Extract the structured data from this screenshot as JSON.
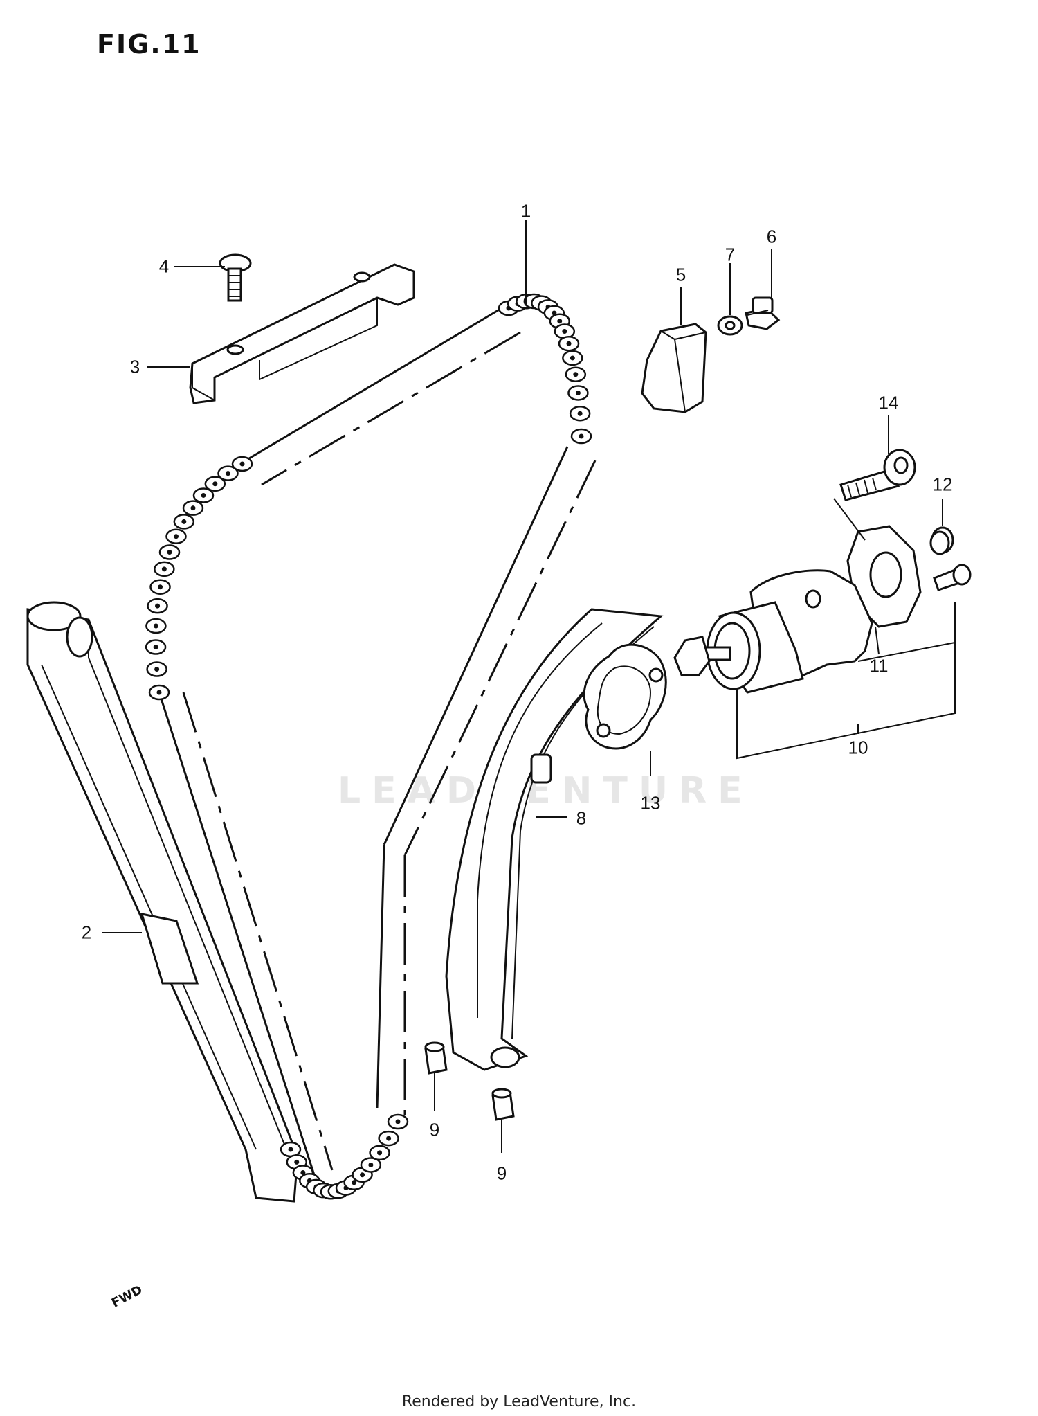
{
  "figure": {
    "title": "FIG.11",
    "footer": "Rendered by LeadVenture, Inc.",
    "watermark": "LEADVENTURE",
    "direction_mark": "FWD"
  },
  "callouts": [
    {
      "id": "c1",
      "label": "1"
    },
    {
      "id": "c2",
      "label": "2"
    },
    {
      "id": "c3",
      "label": "3"
    },
    {
      "id": "c4",
      "label": "4"
    },
    {
      "id": "c5",
      "label": "5"
    },
    {
      "id": "c6",
      "label": "6"
    },
    {
      "id": "c7",
      "label": "7"
    },
    {
      "id": "c8",
      "label": "8"
    },
    {
      "id": "c9a",
      "label": "9"
    },
    {
      "id": "c9b",
      "label": "9"
    },
    {
      "id": "c10",
      "label": "10"
    },
    {
      "id": "c11",
      "label": "11"
    },
    {
      "id": "c12",
      "label": "12"
    },
    {
      "id": "c13",
      "label": "13"
    },
    {
      "id": "c14",
      "label": "14"
    }
  ]
}
